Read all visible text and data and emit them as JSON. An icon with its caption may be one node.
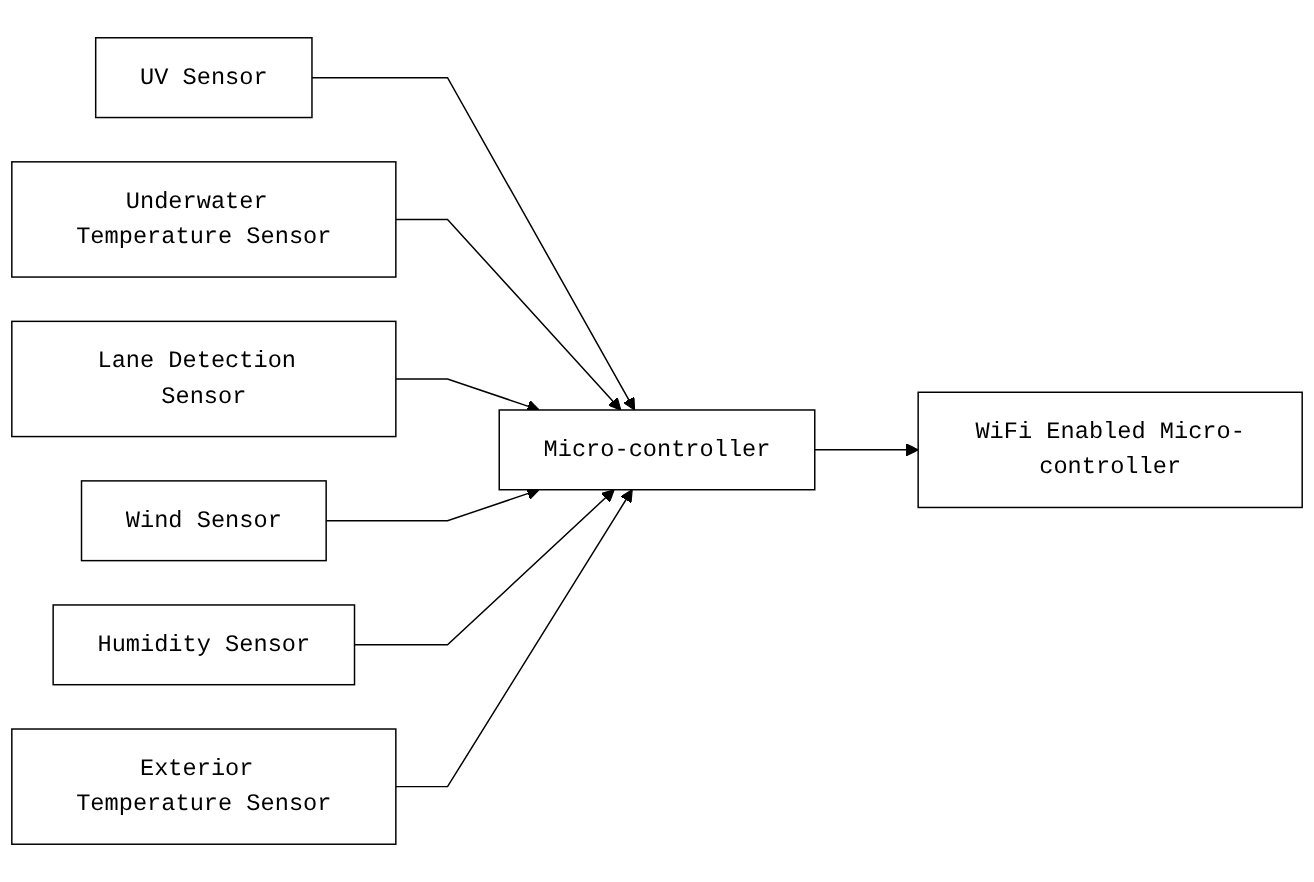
{
  "diagram": {
    "nodes": [
      {
        "text": [
          "UV Sensor"
        ]
      },
      {
        "text": [
          "Underwater Temperature Sensor"
        ]
      },
      {
        "text": [
          "Lane Detection Sensor"
        ]
      },
      {
        "text": [
          "Micro-controller"
        ]
      },
      {
        "text": [
          "WiFi Enabled Micro-controller"
        ]
      },
      {
        "text": [
          "Wind Sensor"
        ]
      },
      {
        "text": [
          "Humidity Sensor"
        ]
      },
      {
        "text": [
          "Exterior Temperature Sensor"
        ]
      }
    ],
    "edges": [
      {
        "from": 0,
        "to": 3,
        "arrow": "to"
      },
      {
        "from": 1,
        "to": 3,
        "arrow": "to"
      },
      {
        "from": 2,
        "to": 3,
        "arrow": "to"
      },
      {
        "from": 5,
        "to": 3,
        "arrow": "to"
      },
      {
        "from": 6,
        "to": 3,
        "arrow": "to"
      },
      {
        "from": 7,
        "to": 3,
        "arrow": "to"
      },
      {
        "from": 3,
        "to": 4,
        "arrow": "to"
      }
    ]
  }
}
